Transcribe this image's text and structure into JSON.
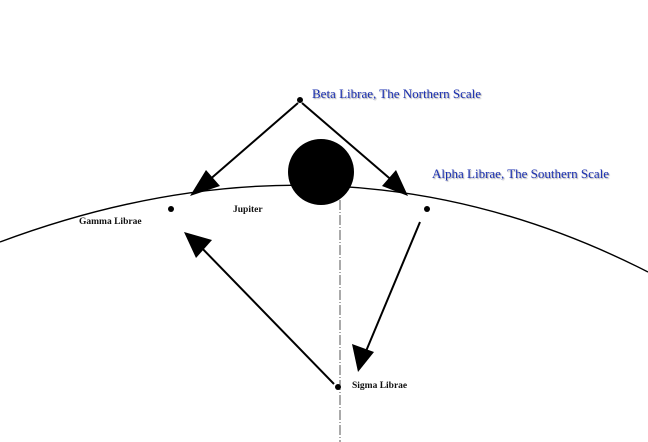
{
  "labels": {
    "beta": "Beta Librae, The Northern Scale",
    "alpha": "Alpha Librae, The Southern Scale",
    "gamma": "Gamma Librae",
    "jupiter": "Jupiter",
    "sigma": "Sigma Librae"
  },
  "colors": {
    "label_blue": "#1a2fb0",
    "ink": "#000000",
    "background": "#ffffff"
  }
}
